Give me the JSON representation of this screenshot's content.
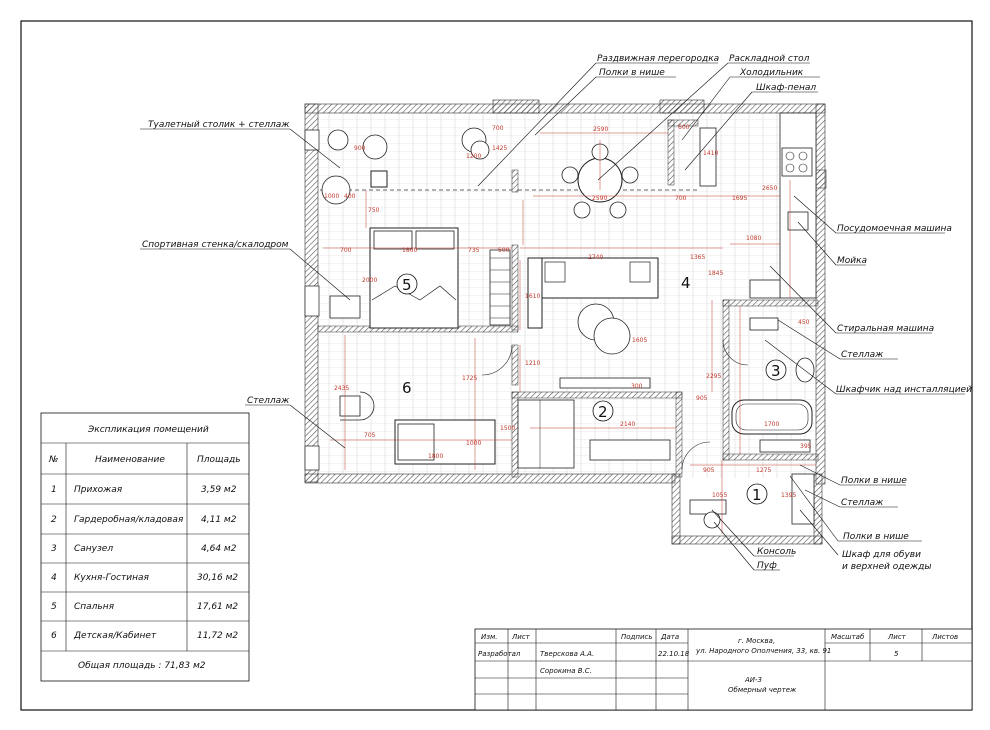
{
  "callouts": {
    "sliding_partition": "Раздвижная перегородка",
    "niche_shelves_top": "Полки в нише",
    "folding_table": "Раскладной стол",
    "fridge": "Холодильник",
    "pencil_case": "Шкаф-пенал",
    "dressing_table": "Туалетный столик + стеллаж",
    "sport_wall": "Спортивная стенка/скалодром",
    "shelf_left": "Стеллаж",
    "dishwasher": "Посудомоечная машина",
    "sink": "Мойка",
    "washing_machine": "Стиральная машина",
    "shelf_bath": "Стеллаж",
    "cabinet_install": "Шкафчик над инсталляцией",
    "niche_shelves_right": "Полки в нише",
    "shelf_hall": "Стеллаж",
    "niche_shelves_bottom": "Полки в нише",
    "wardrobe_line1": "Шкаф для обуви",
    "wardrobe_line2": "и верхней одежды",
    "console": "Консоль",
    "pouf": "Пуф"
  },
  "rooms": {
    "r1": "1",
    "r2": "2",
    "r3": "3",
    "r4": "4",
    "r5": "5",
    "r6": "6"
  },
  "dims": {
    "d700a": "700",
    "d2590a": "2590",
    "d600": "600",
    "d1200": "1200",
    "d1425": "1425",
    "d2590b": "2590",
    "d700b": "700",
    "d1695": "1695",
    "d2650": "2650",
    "d1410": "1410",
    "d700c": "700",
    "d1800a": "1800",
    "d735": "735",
    "d500a": "500",
    "d2740": "2740",
    "d1365": "1365",
    "d1080": "1080",
    "d2000": "2000",
    "d1845": "1845",
    "d450": "450",
    "d1610": "1610",
    "d1605": "1605",
    "d1210": "1210",
    "d1725": "1725",
    "d2295": "2295",
    "d1500": "1500",
    "d2140": "2140",
    "d905a": "905",
    "d705": "705",
    "d1800b": "1800",
    "d1000": "1000",
    "d1700": "1700",
    "d300": "300",
    "d1275": "1275",
    "d905b": "905",
    "d1055": "1055",
    "d1395": "1395",
    "d400": "400",
    "d900": "900",
    "d750": "750",
    "d1000b": "1000",
    "d2435": "2435",
    "d395": "395"
  },
  "explication": {
    "title": "Экспликация помещений",
    "headers": [
      "№",
      "Наименование",
      "Площадь"
    ],
    "rows": [
      {
        "num": "1",
        "name": "Прихожая",
        "area": "3,59 м2"
      },
      {
        "num": "2",
        "name": "Гардеробная/кладовая",
        "area": "4,11 м2"
      },
      {
        "num": "3",
        "name": "Санузел",
        "area": "4,64 м2"
      },
      {
        "num": "4",
        "name": "Кухня-Гостиная",
        "area": "30,16 м2"
      },
      {
        "num": "5",
        "name": "Спальня",
        "area": "17,61 м2"
      },
      {
        "num": "6",
        "name": "Детская/Кабинет",
        "area": "11,72 м2"
      }
    ],
    "total": "Общая площадь : 71,83 м2"
  },
  "title_block": {
    "izm": "Изм.",
    "list": "Лист",
    "podpis": "Подпись",
    "data": "Дата",
    "razrabotal": "Разработал",
    "author1": "Тверскова А.А.",
    "author2": "Сорокина В.С.",
    "date": "22.10.18",
    "address_line1": "г. Москва,",
    "address_line2": "ул. Народного Ополчения, 33, кв. 91",
    "project_code": "АИ-3",
    "drawing_name": "Обмерный чертеж",
    "masshtab": "Масштаб",
    "list_label": "Лист",
    "listov": "Листов",
    "sheet_no": "5"
  },
  "colors": {
    "dimension": "#c0392b",
    "wall_hatch": "#555555",
    "line": "#111111"
  }
}
